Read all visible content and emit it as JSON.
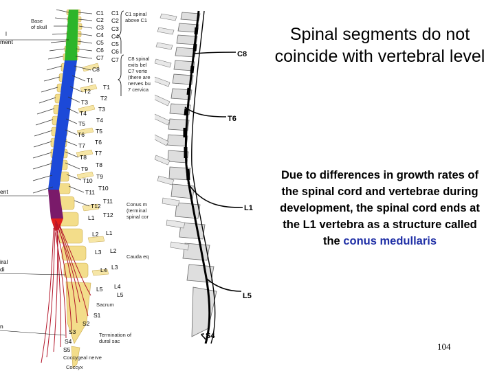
{
  "title": "Spinal segments do not coincide with vertebral level",
  "body": {
    "before": "Due to differences in growth rates of the spinal cord and vertebrae during development, the spinal cord ends at the L1 vertebra as a structure called the ",
    "highlight": "conus medullaris"
  },
  "page_number": "104",
  "colors": {
    "cervical": "#2db52a",
    "thoracic": "#1c49d8",
    "lumbar": "#7a1a6a",
    "sacral": "#e2201c",
    "vertebra": "#f3dd8a",
    "highlight": "#1f2fa6"
  },
  "left_figure": {
    "cut_labels": [
      "l",
      "ment",
      "ent",
      "iral",
      "di",
      "n"
    ],
    "annotations": {
      "base_skull_1": "Base",
      "base_skull_2": "of skull",
      "c1_note_1": "C1 spinal",
      "c1_note_2": "above C1",
      "c8_note_1": "C8 spinal",
      "c8_note_2": "exits bel",
      "c8_note_3": "C7 verte",
      "c8_note_4": "(there are",
      "c8_note_5": "nerves bu",
      "c8_note_6": "7 cervica",
      "conus_1": "Conus m",
      "conus_2": "(terminal",
      "conus_3": "spinal cor",
      "cauda": "Cauda eq",
      "sacrum": "Sacrum",
      "termination_1": "Termination of",
      "termination_2": "dural sac",
      "coccygeal": "Coccygeal nerve",
      "coccyx": "Coccyx"
    },
    "nerve_labels": [
      "C1",
      "C2",
      "C3",
      "C4",
      "C5",
      "C6",
      "C7",
      "C8",
      "T1",
      "T2",
      "T3",
      "T4",
      "T5",
      "T6",
      "T7",
      "T8",
      "T9",
      "T10",
      "T11",
      "T12",
      "L1",
      "L2",
      "L3",
      "L4",
      "L5",
      "S1",
      "S2",
      "S3",
      "S4",
      "S5"
    ],
    "vertebra_labels": [
      "C1",
      "C2",
      "C3",
      "C4",
      "C5",
      "C6",
      "C7",
      "T1",
      "T2",
      "T3",
      "T4",
      "T5",
      "T6",
      "T7",
      "T8",
      "T9",
      "T10",
      "T11",
      "T12",
      "L1",
      "L2",
      "L3",
      "L4",
      "L5"
    ]
  },
  "mid_figure": {
    "labels": [
      "C8",
      "T6",
      "L1",
      "L5",
      "S4"
    ]
  }
}
